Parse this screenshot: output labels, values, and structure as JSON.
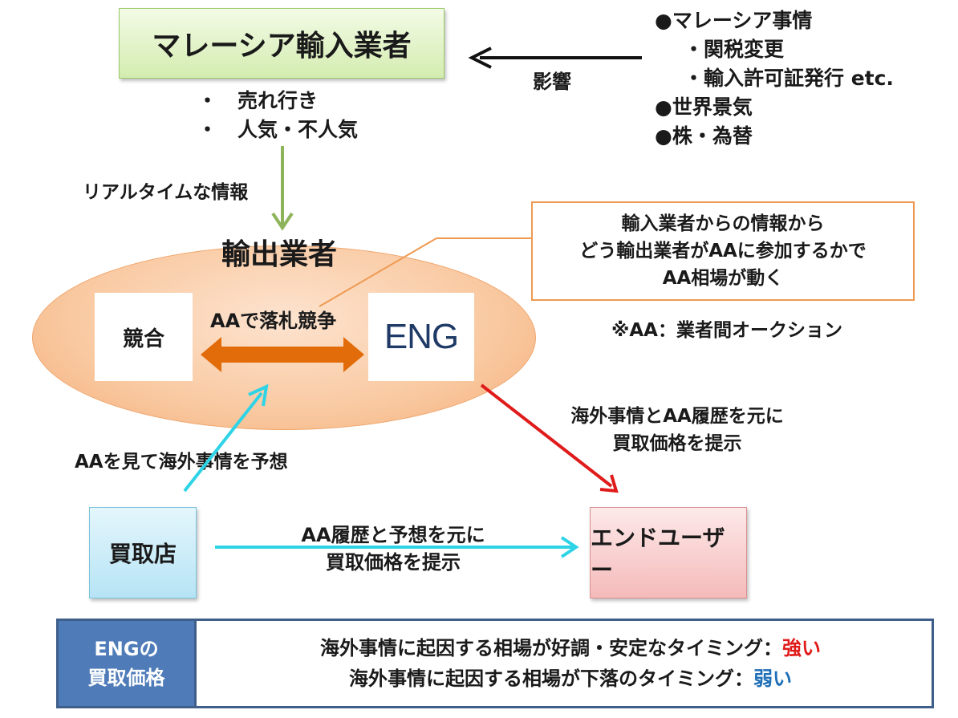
{
  "importer": {
    "title": "マレーシア輸入業者"
  },
  "importer_info": [
    "・　売れ行き",
    "・　人気・不人気"
  ],
  "influence_label": "影響",
  "factors": [
    "●マレーシア事情",
    "・関税変更",
    "・輸入許可証発行 etc.",
    "●世界景気",
    "●株・為替"
  ],
  "realtime_label": "リアルタイムな情報",
  "exporter": {
    "title": "輸出業者",
    "competitor_label": "競合",
    "auction_label": "AAで落札競争",
    "eng_logo_text": "ENG"
  },
  "callout": {
    "lines": [
      "輸入業者からの情報から",
      "どう輸出業者がAAに参加するかで",
      "AA相場が動く"
    ]
  },
  "note": "※AA：業者間オークション",
  "eng_to_user_label": [
    "海外事情とAA履歴を元に",
    "買取価格を提示"
  ],
  "shop_to_aa_label": "AAを見て海外事情を予想",
  "shop": {
    "label": "買取店"
  },
  "end_user": {
    "label": "エンドユーザー"
  },
  "shop_to_user_label": [
    "AA履歴と予想を元に",
    "買取価格を提示"
  ],
  "footer": {
    "left_lines": [
      "ENGの",
      "買取価格"
    ],
    "row1": {
      "text": "海外事情に起因する相場が好調・安定なタイミング：",
      "value": "強い"
    },
    "row2": {
      "text": "海外事情に起因する相場が下落のタイミング：",
      "value": "弱い"
    }
  },
  "colors": {
    "arrow_black": "#111111",
    "arrow_green": "#8db45a",
    "arrow_orange": "#e36c0a",
    "arrow_cyan": "#2ed3e6",
    "arrow_red": "#e01b1b",
    "strong": "#e01b1b",
    "weak": "#1f6fb8"
  }
}
